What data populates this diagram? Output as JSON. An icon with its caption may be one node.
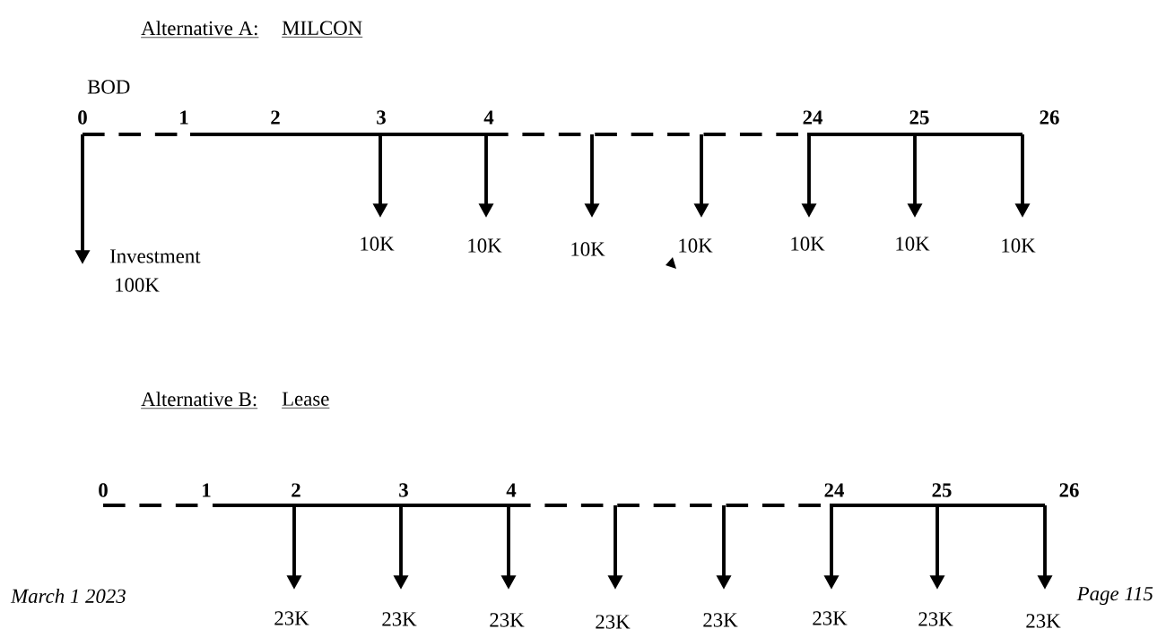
{
  "diagram": {
    "labels": [
      "Alternative A:",
      "MILCON",
      "BOD",
      "0",
      "1",
      "2",
      "3",
      "4",
      "24",
      "25",
      "26",
      "10K",
      "10K",
      "10K",
      "10K",
      "10K",
      "10K",
      "10K",
      "Investment",
      "100K",
      "Alternative B:",
      "Lease",
      "0",
      "1",
      "2",
      "3",
      "4",
      "24",
      "25",
      "26",
      "March 1 2023",
      "Page 115",
      "23K",
      "23K",
      "23K",
      "23K",
      "23K",
      "23K",
      "23K",
      "23K"
    ]
  }
}
